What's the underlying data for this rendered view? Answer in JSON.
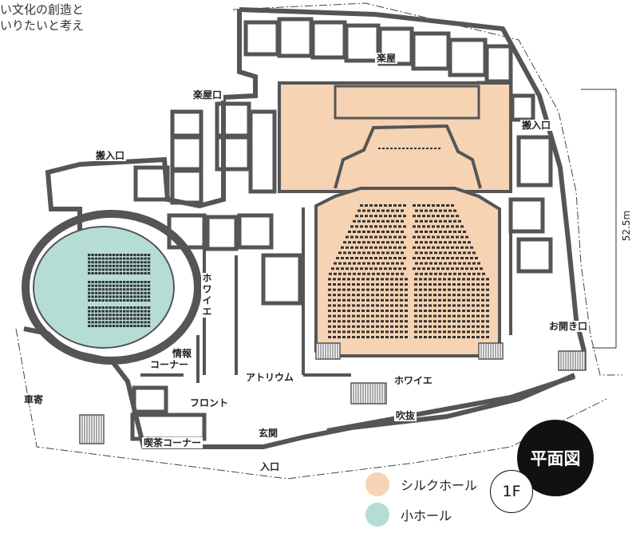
{
  "top_note": {
    "line1": "い文化の創造と",
    "line2": "いりたいと考え"
  },
  "labels": {
    "gakuya": "楽屋",
    "gakuya_guchi": "楽屋口",
    "hannyu_left": "搬入口",
    "hannyu_right": "搬入口",
    "howaie_vertical": "ホワイエ",
    "joho": "情報",
    "corner": "コーナー",
    "atrium": "アトリウム",
    "howaie": "ホワイエ",
    "ohiraki_guchi": "お開き口",
    "kurumayose": "車寄",
    "front": "フロント",
    "kissa_corner": "喫茶コーナー",
    "genkan": "玄関",
    "fukinuke": "吹抜",
    "iriguchi": "入口"
  },
  "dimension": "52.5m",
  "badge": {
    "title": "平面図",
    "floor": "1F"
  },
  "legend": [
    {
      "label": "シルクホール",
      "color": "#f5d3b3"
    },
    {
      "label": "小ホール",
      "color": "#b5ddd5"
    }
  ],
  "colors": {
    "wall": "#555555",
    "silk_hall": "#f5d3b3",
    "small_hall": "#b5ddd5",
    "seat": "#333333"
  }
}
